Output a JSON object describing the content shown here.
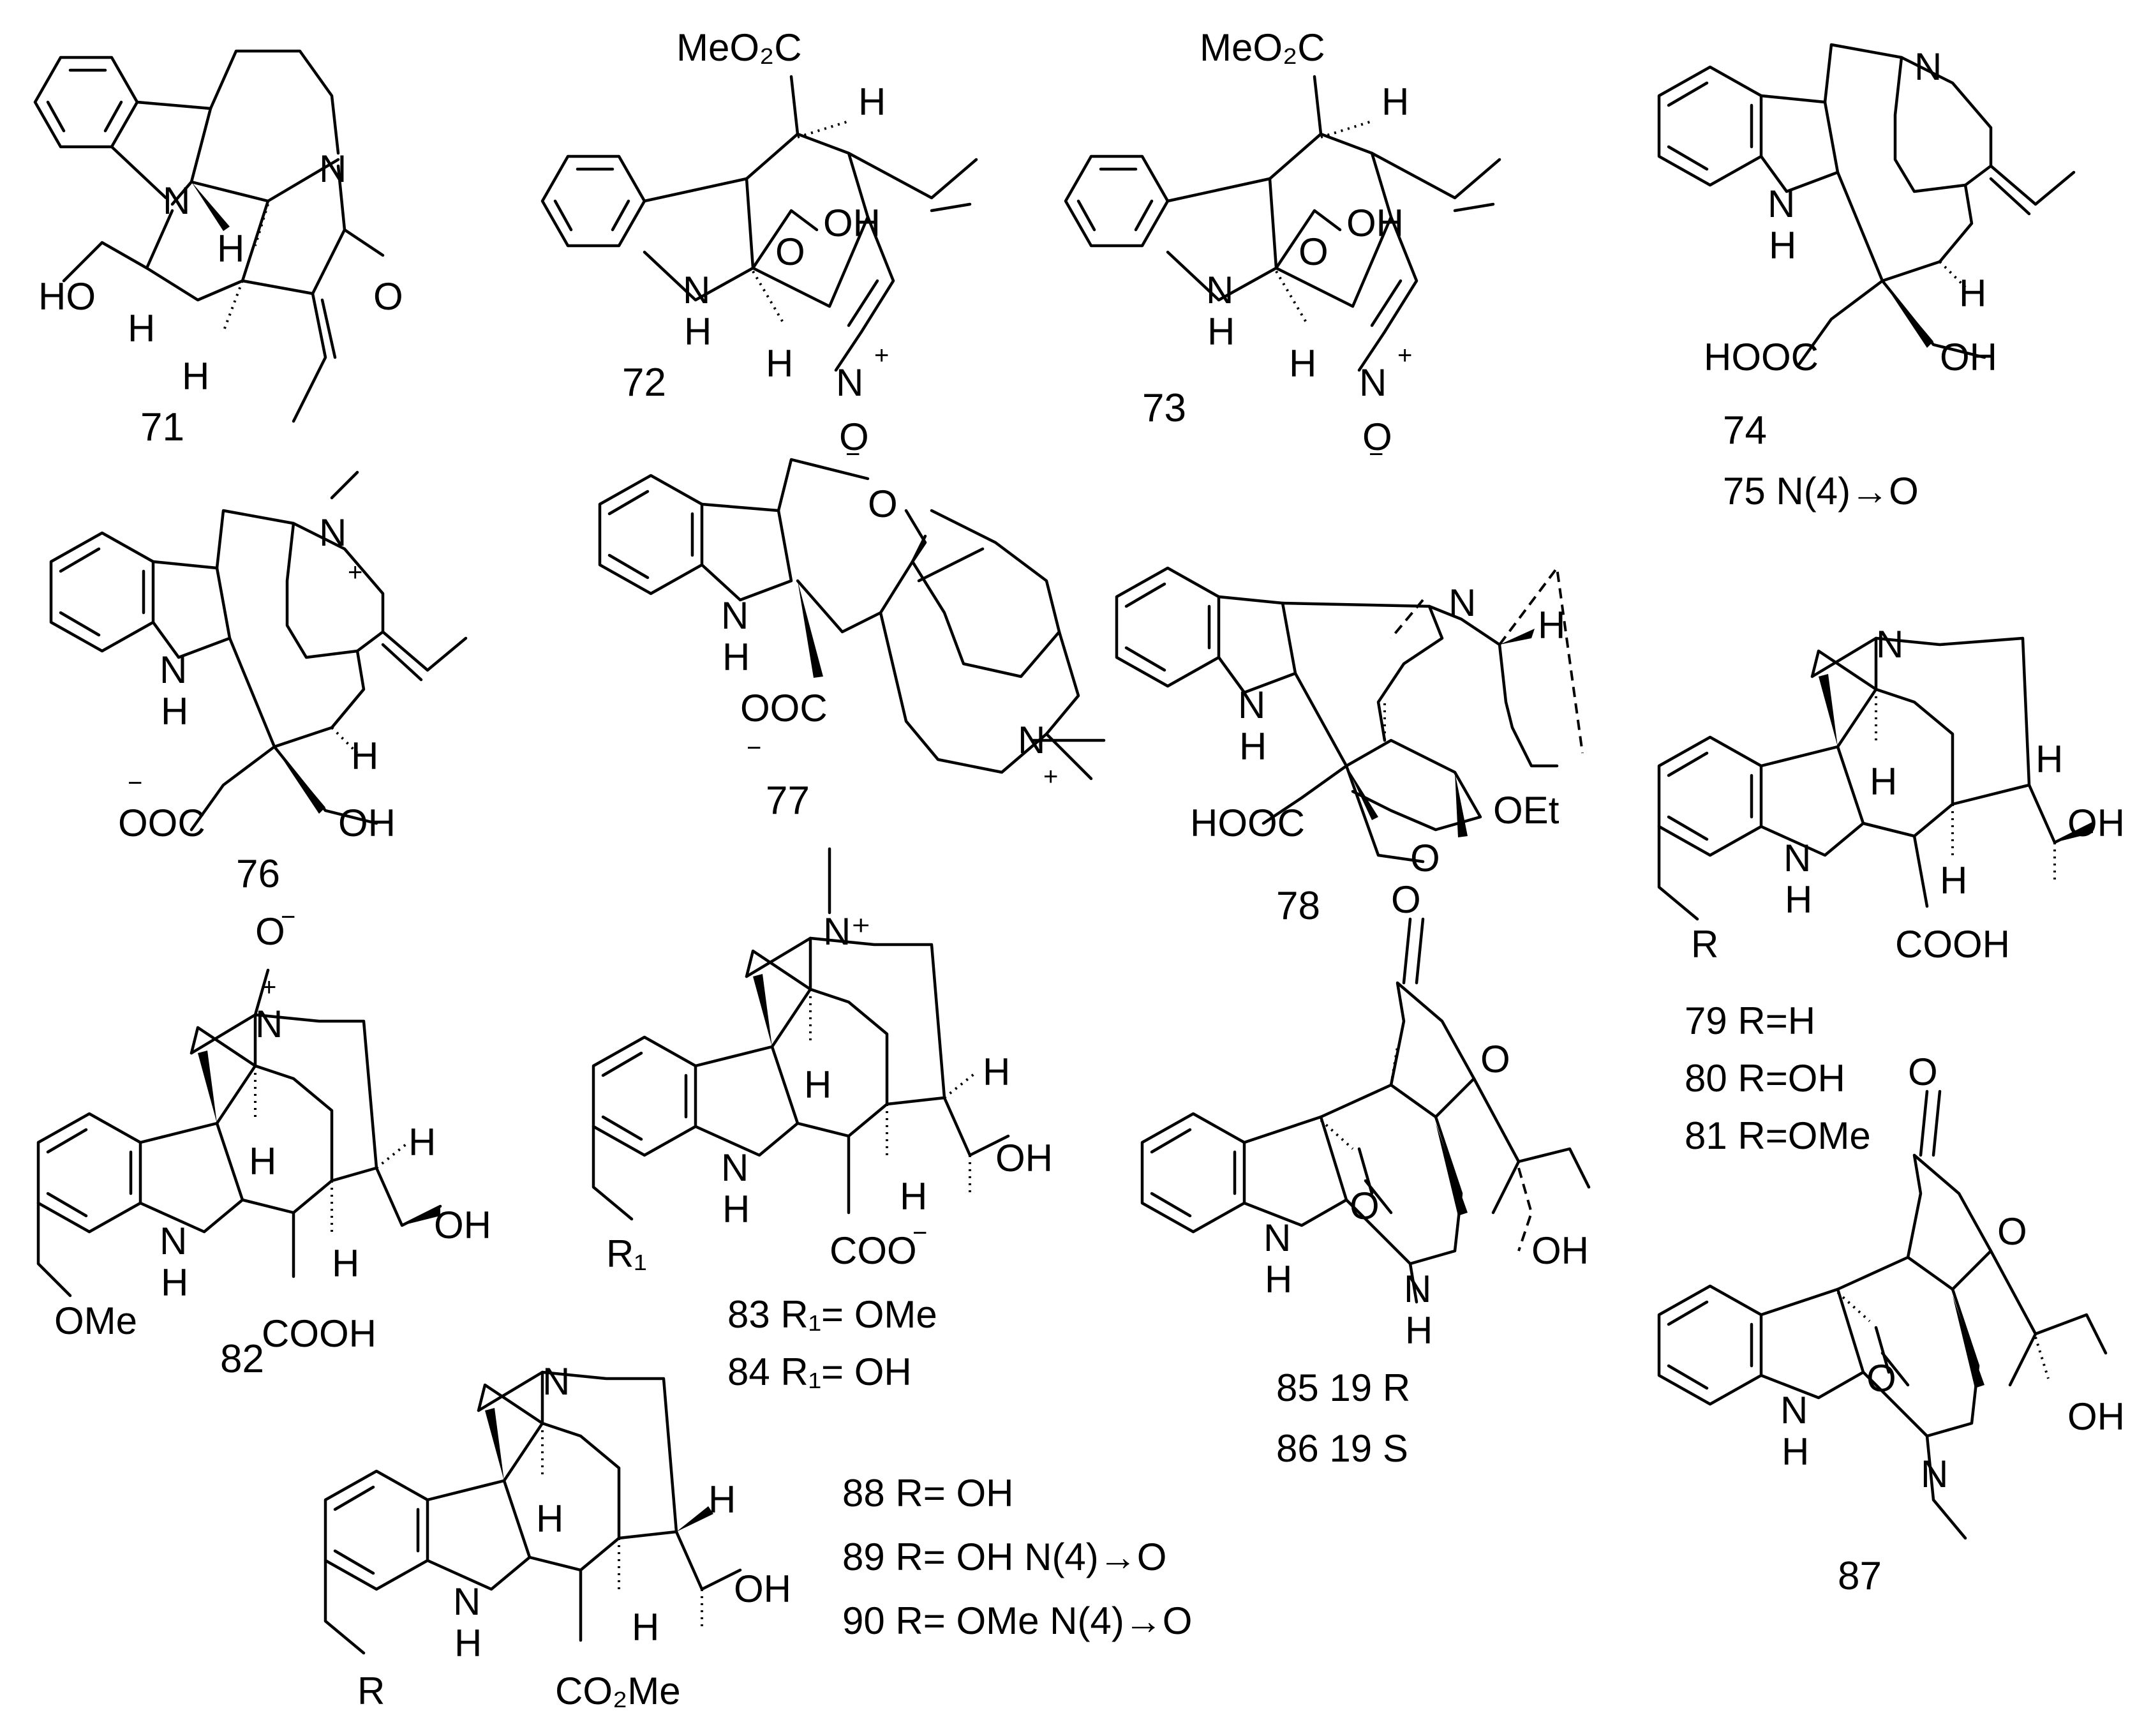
{
  "compounds": [
    {
      "number": "71"
    },
    {
      "number": "72"
    },
    {
      "number": "73"
    },
    {
      "number": "74",
      "derivative": "75 N(4)→O"
    },
    {
      "number": "76"
    },
    {
      "number": "77"
    },
    {
      "number": "78"
    },
    {
      "number": "79",
      "variants": [
        "79 R=H",
        "80 R=OH",
        "81 R=OMe"
      ]
    },
    {
      "number": "82"
    },
    {
      "number": "83",
      "variants": [
        "83 R₁= OMe",
        "84 R₁= OH"
      ]
    },
    {
      "number": "85",
      "variants": [
        "85 19 R",
        "86 19 S"
      ]
    },
    {
      "number": "87"
    },
    {
      "number": "88",
      "variants": [
        "88 R= OH",
        "89 R= OH  N(4)→O",
        "90 R= OMe N(4)→O"
      ]
    }
  ],
  "atom_labels": {
    "N": "N",
    "NH_N": "N",
    "NH_H": "H",
    "H": "H",
    "O": "O",
    "OH": "OH",
    "HO": "HO",
    "MeO2C": "MeO₂C",
    "HOOC": "HOOC",
    "OOC": "OOC",
    "COOH": "COOH",
    "COO": "COO",
    "CO2Me": "CO₂Me",
    "OMe": "OMe",
    "OEt": "OEt",
    "R": "R",
    "R1": "R₁",
    "plus": "+",
    "minus": "−",
    "Nplus": "N⁺",
    "Ominus": "O⁻"
  },
  "colors": {
    "ink": "#000000",
    "background": "#ffffff"
  }
}
